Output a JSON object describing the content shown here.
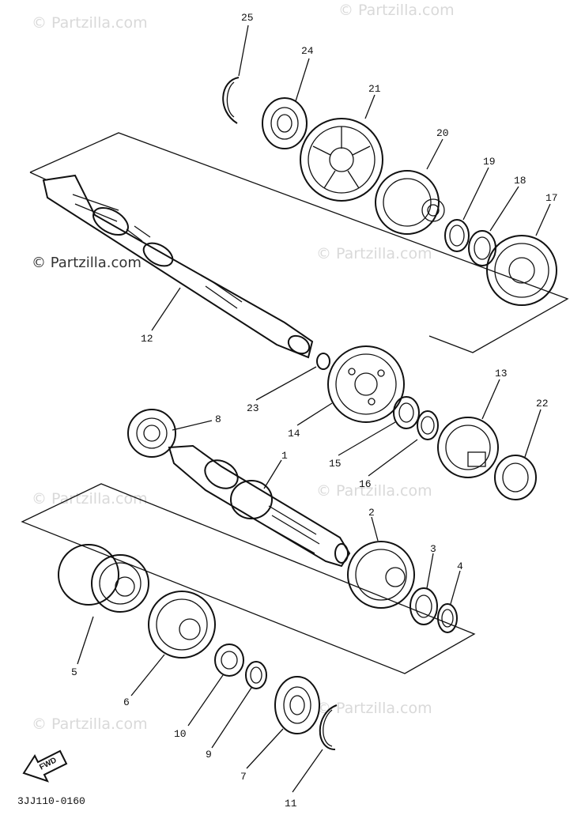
{
  "watermarks": {
    "top_left": "© Partzilla.com",
    "top_right": "© Partzilla.com",
    "upper_left_dark": "© Partzilla.com",
    "middle_right": "© Partzilla.com",
    "lower_left": "© Partzilla.com",
    "lower_right": "© Partzilla.com",
    "bottom_left": "© Partzilla.com",
    "bottom_right": "© Partzilla.com"
  },
  "part_labels": {
    "p1": "1",
    "p2": "2",
    "p3": "3",
    "p4": "4",
    "p5": "5",
    "p6": "6",
    "p7": "7",
    "p8": "8",
    "p9": "9",
    "p10": "10",
    "p11": "11",
    "p12": "12",
    "p13": "13",
    "p14": "14",
    "p15": "15",
    "p16": "16",
    "p17": "17",
    "p18": "18",
    "p19": "19",
    "p20": "20",
    "p21": "21",
    "p22": "22",
    "p23": "23",
    "p24": "24",
    "p25": "25"
  },
  "fwd_label": "FWD",
  "diagram_code": "3JJ110-0160"
}
